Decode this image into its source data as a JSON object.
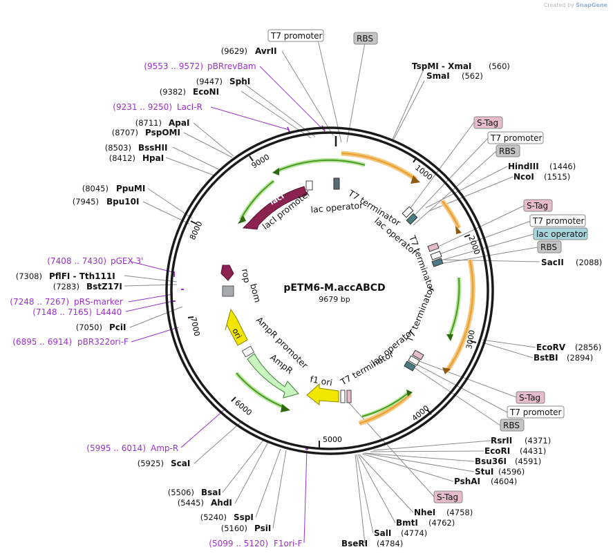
{
  "credit": {
    "prefix": "Created by",
    "brand": "SnapGene"
  },
  "map": {
    "name": "pETM6-M.accABCD",
    "size_label": "9679 bp",
    "total_bp": 9679,
    "ticks": [
      "1000",
      "2000",
      "3000",
      "4000",
      "5000",
      "6000",
      "7000",
      "8000",
      "9000"
    ],
    "colors": {
      "backbone": "#1a1a1a",
      "orange_feature": "#e8a33a",
      "green_feature": "#6abf3a",
      "lacI": "#8b2252",
      "rop": "#8b2252",
      "ori": "#f2e600",
      "ampR": "#c8f5c0",
      "primer": "#9b30d0",
      "stag_fill": "#e6bccc",
      "rbs_fill": "#c4c4c4",
      "lacop_fill": "#a8d4dc"
    }
  },
  "sites": [
    {
      "name": "AvrII",
      "pos": "(9629)"
    },
    {
      "name": "SphI",
      "pos": "(9447)"
    },
    {
      "name": "EcoNI",
      "pos": "(9382)"
    },
    {
      "name": "ApaI",
      "pos": "(8711)"
    },
    {
      "name": "PspOMI",
      "pos": "(8707)"
    },
    {
      "name": "BssHII",
      "pos": "(8503)"
    },
    {
      "name": "HpaI",
      "pos": "(8412)"
    },
    {
      "name": "PpuMI",
      "pos": "(8045)"
    },
    {
      "name": "Bpu10I",
      "pos": "(7945)"
    },
    {
      "name": "PflFI - Tth111I",
      "pos": "(7308)"
    },
    {
      "name": "BstZ17I",
      "pos": "(7283)"
    },
    {
      "name": "PciI",
      "pos": "(7050)"
    },
    {
      "name": "ScaI",
      "pos": "(5925)"
    },
    {
      "name": "BsaI",
      "pos": "(5506)"
    },
    {
      "name": "AhdI",
      "pos": "(5445)"
    },
    {
      "name": "SspI",
      "pos": "(5240)"
    },
    {
      "name": "PsiI",
      "pos": "(5160)"
    },
    {
      "name": "TspMI - XmaI",
      "pos": "(560)"
    },
    {
      "name": "SmaI",
      "pos": "(562)"
    },
    {
      "name": "HindIII",
      "pos": "(1446)"
    },
    {
      "name": "NcoI",
      "pos": "(1515)"
    },
    {
      "name": "SacII",
      "pos": "(2088)"
    },
    {
      "name": "EcoRV",
      "pos": "(2856)"
    },
    {
      "name": "BstBI",
      "pos": "(2894)"
    },
    {
      "name": "RsrII",
      "pos": "(4371)"
    },
    {
      "name": "EcoRI",
      "pos": "(4431)"
    },
    {
      "name": "Bsu36I",
      "pos": "(4591)"
    },
    {
      "name": "StuI",
      "pos": "(4596)"
    },
    {
      "name": "PshAI",
      "pos": "(4604)"
    },
    {
      "name": "NheI",
      "pos": "(4758)"
    },
    {
      "name": "BmtI",
      "pos": "(4762)"
    },
    {
      "name": "SalI",
      "pos": "(4774)"
    },
    {
      "name": "BseRI",
      "pos": "(4784)"
    }
  ],
  "primers": [
    {
      "range": "(9553 .. 9572)",
      "name": "pBRrevBam"
    },
    {
      "range": "(9231 .. 9250)",
      "name": "LacI-R"
    },
    {
      "range": "(7408 .. 7430)",
      "name": "pGEX 3'"
    },
    {
      "range": "(7248 .. 7267)",
      "name": "pRS-marker"
    },
    {
      "range": "(7148 .. 7165)",
      "name": "L4440"
    },
    {
      "range": "(6895 .. 6914)",
      "name": "pBR322ori-F"
    },
    {
      "range": "(5995 .. 6014)",
      "name": "Amp-R"
    },
    {
      "range": "(5099 .. 5120)",
      "name": "F1ori-F"
    }
  ],
  "boxed_labels": [
    {
      "text": "T7 promoter",
      "kind": "white"
    },
    {
      "text": "RBS",
      "kind": "rbs"
    },
    {
      "text": "S-Tag",
      "kind": "stag"
    },
    {
      "text": "T7 promoter",
      "kind": "white"
    },
    {
      "text": "RBS",
      "kind": "rbs"
    },
    {
      "text": "S-Tag",
      "kind": "stag"
    },
    {
      "text": "T7 promoter",
      "kind": "white"
    },
    {
      "text": "lac operator",
      "kind": "lacop"
    },
    {
      "text": "RBS",
      "kind": "rbs"
    },
    {
      "text": "S-Tag",
      "kind": "stag"
    },
    {
      "text": "T7 promoter",
      "kind": "white"
    },
    {
      "text": "RBS",
      "kind": "rbs"
    },
    {
      "text": "S-Tag",
      "kind": "stag"
    }
  ],
  "features": [
    {
      "text": "lacI"
    },
    {
      "text": "lacI promoter"
    },
    {
      "text": "lac operator"
    },
    {
      "text": "T7 terminator"
    },
    {
      "text": "lac operator"
    },
    {
      "text": "T7 terminator"
    },
    {
      "text": "T7 terminator"
    },
    {
      "text": "lac operator"
    },
    {
      "text": "T7 terminator"
    },
    {
      "text": "f1 ori"
    },
    {
      "text": "AmpR"
    },
    {
      "text": "AmpR promoter"
    },
    {
      "text": "ori"
    },
    {
      "text": "bom"
    },
    {
      "text": "rop"
    }
  ]
}
